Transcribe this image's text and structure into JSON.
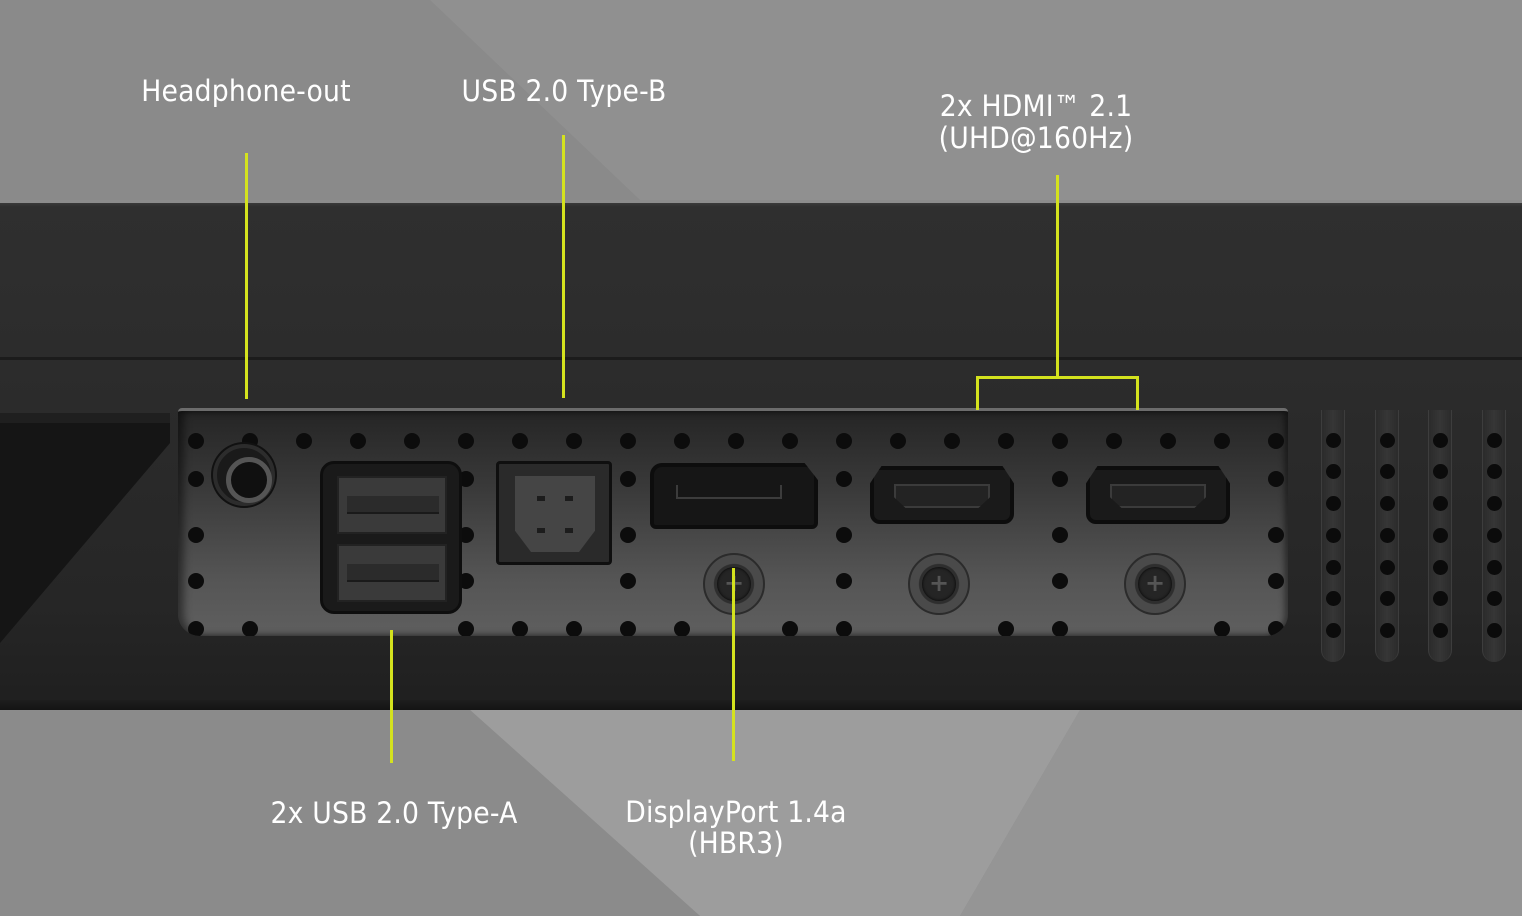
{
  "image": {
    "subject": "Monitor rear I/O ports with callout labels",
    "accent_color": "#d4e21e",
    "background_color": "#8c8c8c",
    "body_color": "#2c2c2c"
  },
  "callouts": {
    "top": [
      {
        "id": "headphone",
        "label": "Headphone-out"
      },
      {
        "id": "usb_b",
        "label": "USB 2.0 Type-B"
      },
      {
        "id": "hdmi",
        "line1": "2x HDMI™ 2.1",
        "line2": "(UHD@160Hz)"
      }
    ],
    "bottom": [
      {
        "id": "usb_a",
        "label": "2x USB 2.0 Type-A"
      },
      {
        "id": "dp",
        "line1": "DisplayPort 1.4a",
        "line2": "(HBR3)"
      }
    ]
  },
  "ports": [
    {
      "type": "headphone-jack",
      "count": 1
    },
    {
      "type": "usb-2.0-type-a",
      "count": 2
    },
    {
      "type": "usb-2.0-type-b",
      "count": 1
    },
    {
      "type": "displayport-1.4a",
      "count": 1
    },
    {
      "type": "hdmi-2.1",
      "count": 2
    }
  ]
}
